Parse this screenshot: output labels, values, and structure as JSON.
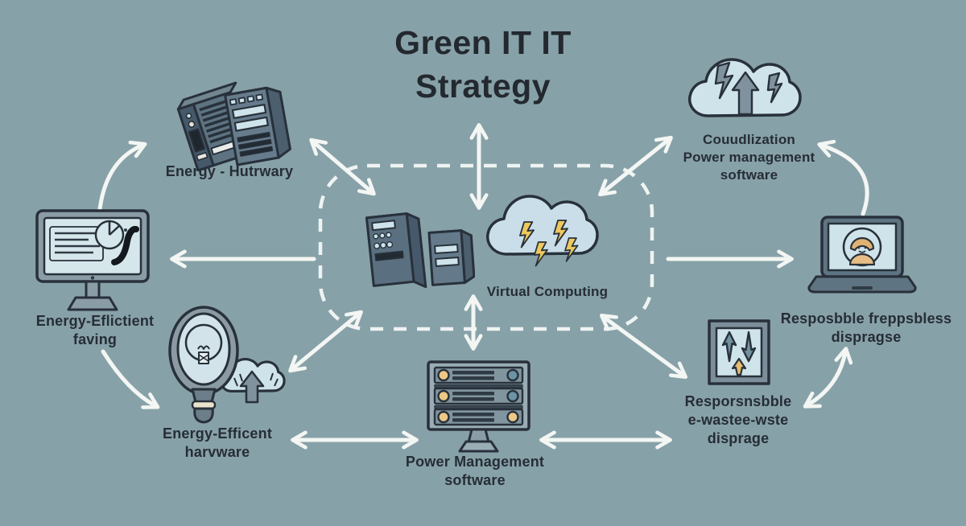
{
  "title": {
    "line1": "Green IT IT",
    "line2": "Strategy"
  },
  "center_box": {
    "label": "Virtual Computing"
  },
  "nodes": {
    "energy_hardware": {
      "label": "Energy - Hutrwary"
    },
    "cloud_power": {
      "line1": "Couudlization",
      "line2": "Power management",
      "line3": "software"
    },
    "efficient_saving": {
      "line1": "Energy-Eflictient",
      "line2": "faving"
    },
    "efficient_hardware": {
      "line1": "Energy-Efficent",
      "line2": "harvware"
    },
    "power_management": {
      "line1": "Power Management",
      "line2": "software"
    },
    "ewaste_disposal": {
      "line1": "Resporsnsbble",
      "line2": "e-wastee-wste",
      "line3": "disprage"
    },
    "responsible_disposal": {
      "line1": "Resposbble freppsbless",
      "line2": "dispragse"
    }
  },
  "colors": {
    "background": "#87a1a8",
    "outline": "#28313b",
    "arrows": "#f3f6f3",
    "icon_slate": "#5d7381",
    "icon_light_blue": "#cfe3ea",
    "accent_yellow": "#eac36f",
    "text": "#242b33"
  },
  "icons": {
    "top_left": "server-towers-icon",
    "top_right": "cloud-sync-icon",
    "left": "monitor-analytics-icon",
    "bottom_left": "lightbulb-cloud-icon",
    "bottom_center": "power-monitor-icon",
    "bottom_right": "ewaste-recycle-icon",
    "right": "laptop-user-icon",
    "center_servers": "virtual-servers-icon",
    "center_cloud": "storm-cloud-icon"
  }
}
